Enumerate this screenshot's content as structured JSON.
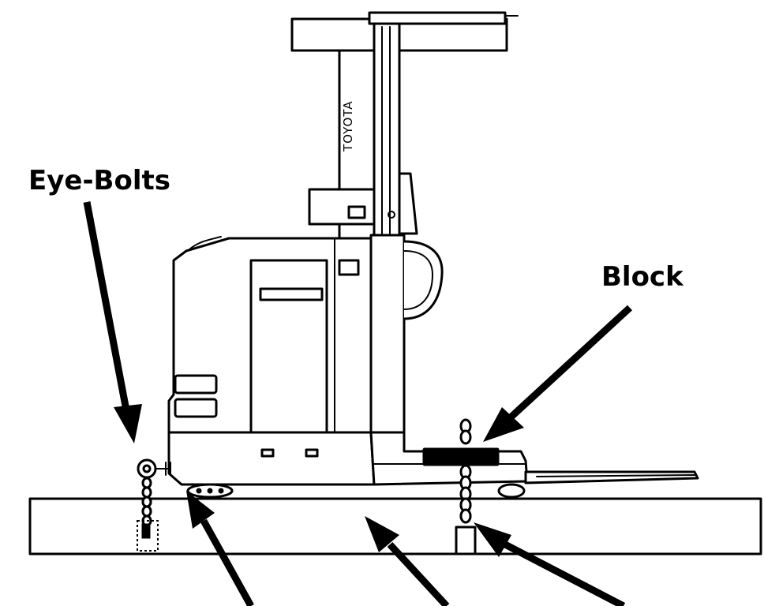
{
  "labels": {
    "eye_bolts": "Eye-Bolts",
    "block": "Block",
    "brand": "TOYOTA"
  },
  "colors": {
    "ink": "#000000",
    "paper": "#ffffff"
  }
}
